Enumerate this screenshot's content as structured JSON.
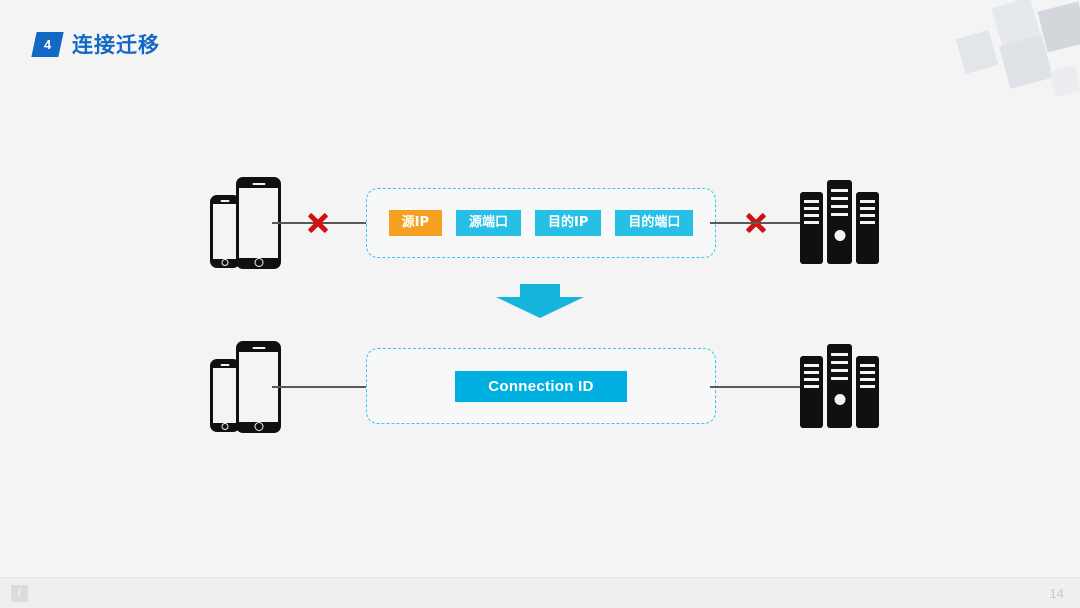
{
  "slide": {
    "title": "连接迁移",
    "badge_number": "4",
    "page_number": "14",
    "footer_logo": "f",
    "background_color": "#f4f4f4",
    "accent_blue": "#1268c3",
    "accent_cyan": "#27bfe6",
    "accent_orange": "#f5a020",
    "x_mark_color": "#cf1111"
  },
  "diagram": {
    "top_row": {
      "client_icon": "mobile-phones-icon",
      "server_icon": "server-rack-icon",
      "left_break": "x-mark",
      "right_break": "x-mark",
      "tuple_label": "4-tuple",
      "tags": [
        {
          "label": "源IP",
          "color": "#f5a020",
          "style": "orange"
        },
        {
          "label": "源端口",
          "color": "#27bfe6",
          "style": "cyan"
        },
        {
          "label": "目的IP",
          "color": "#27bfe6",
          "style": "cyan"
        },
        {
          "label": "目的端口",
          "color": "#27bfe6",
          "style": "cyan"
        }
      ]
    },
    "transition_arrow": {
      "direction": "down",
      "color": "#14b4dd"
    },
    "bottom_row": {
      "client_icon": "mobile-phones-icon",
      "server_icon": "server-rack-icon",
      "tag": {
        "label": "Connection ID",
        "color": "#00b0e0"
      }
    }
  }
}
